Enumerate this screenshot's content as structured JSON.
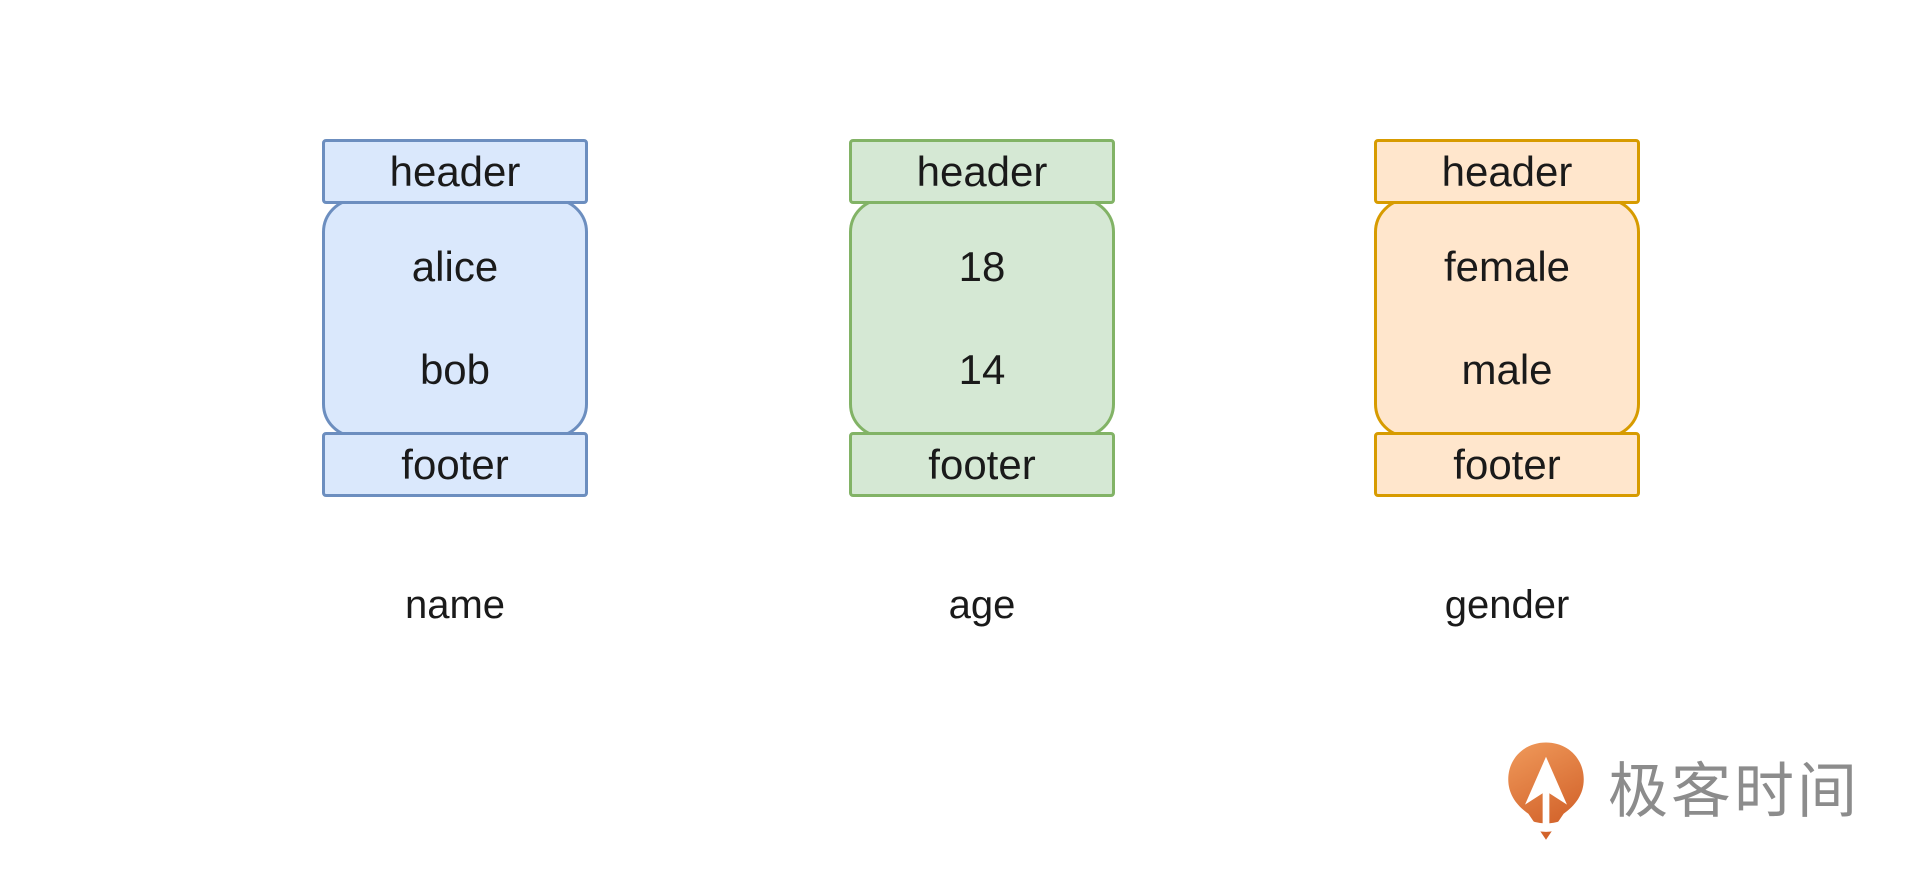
{
  "diagram": {
    "columns": [
      {
        "label": "name",
        "header": "header",
        "footer": "footer",
        "values": [
          "alice",
          "bob"
        ],
        "fill": "#dae8fc",
        "stroke": "#6c8ebf"
      },
      {
        "label": "age",
        "header": "header",
        "footer": "footer",
        "values": [
          "18",
          "14"
        ],
        "fill": "#d5e8d4",
        "stroke": "#82b366"
      },
      {
        "label": "gender",
        "header": "header",
        "footer": "footer",
        "values": [
          "female",
          "male"
        ],
        "fill": "#ffe6cc",
        "stroke": "#d79b00"
      }
    ]
  },
  "logo": {
    "text": "极客时间",
    "text_color": "#8c8c8c",
    "mark_color_top": "#F09A5B",
    "mark_color_bottom": "#D2622A"
  }
}
